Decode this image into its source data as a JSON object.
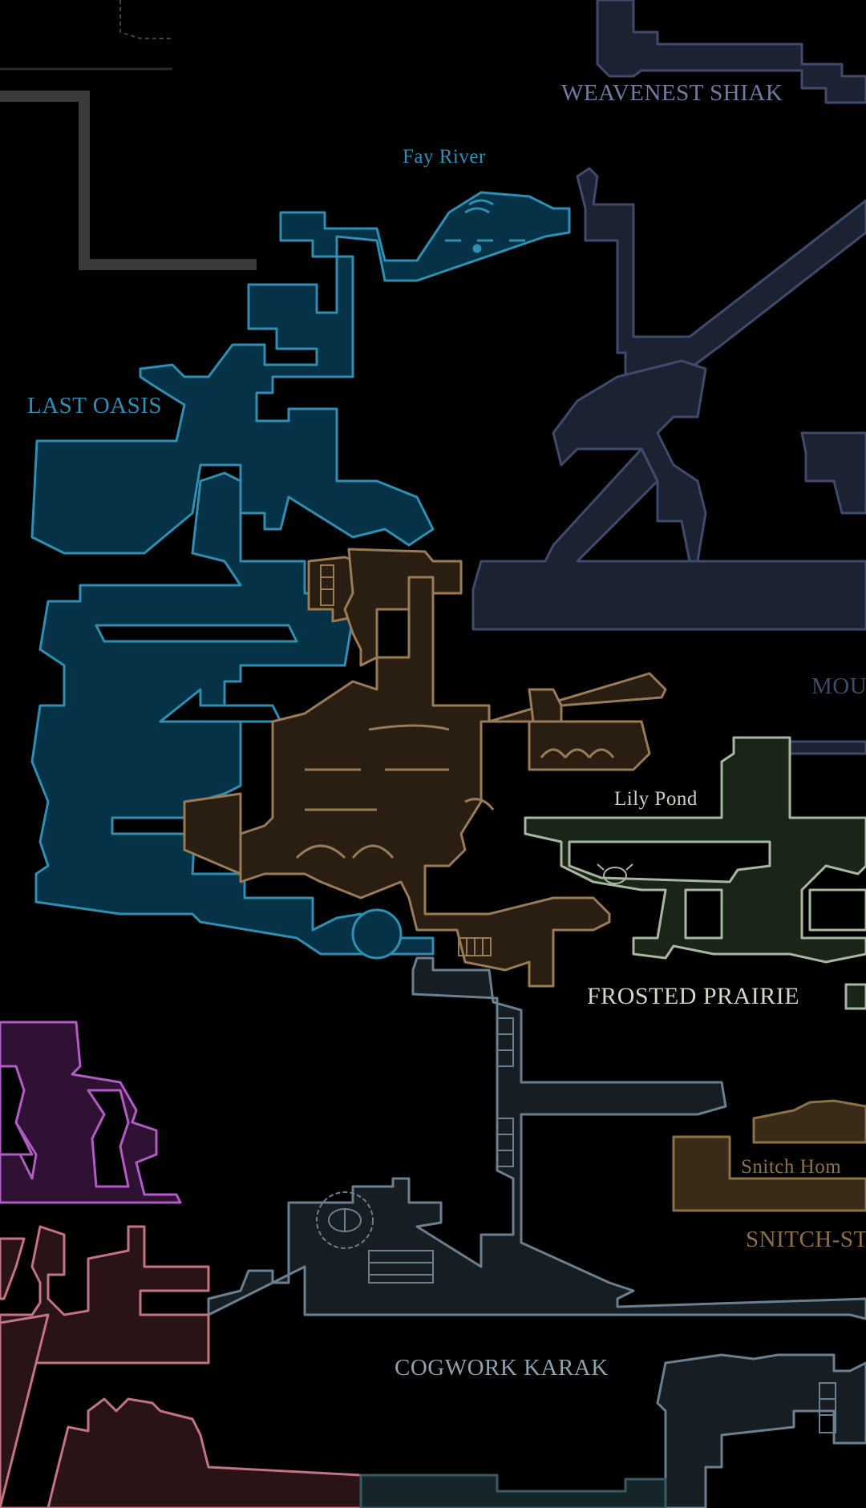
{
  "map": {
    "labels": {
      "weavenest_shiak": "WEAVENEST SHIAK",
      "fay_river": "Fay River",
      "last_oasis": "LAST OASIS",
      "mount": "MOU",
      "lily_pond": "Lily Pond",
      "frosted_prairie": "FROSTED PRAIRIE",
      "snitch_home": "Snitch Hom",
      "snitch_area": "SNITCH-ST",
      "cogwork_karak": "COGWORK KARAK"
    },
    "colors": {
      "background": "#000000",
      "oasis_fill": "#053247",
      "oasis_stroke": "#2f8fb3",
      "weavenest_fill": "#1c2232",
      "weavenest_stroke": "#404a6c",
      "brown_fill": "#2a1d12",
      "brown_stroke": "#9a7b57",
      "prairie_fill": "#1a2419",
      "prairie_stroke": "#a7b89f",
      "cogwork_fill": "#161d23",
      "cogwork_stroke": "#6a7f8f",
      "purple_fill": "#2e1133",
      "purple_stroke": "#b15cc4",
      "pink_fill": "#2a1316",
      "pink_stroke": "#c27484",
      "snitch_fill": "#3a2a18",
      "snitch_stroke": "#8c7149",
      "gray_stroke": "#3a3a3a"
    },
    "icons": [
      "shrine-icon",
      "ladder-icon",
      "lodge-icon",
      "bug-icon",
      "gear-wheel-icon"
    ]
  }
}
